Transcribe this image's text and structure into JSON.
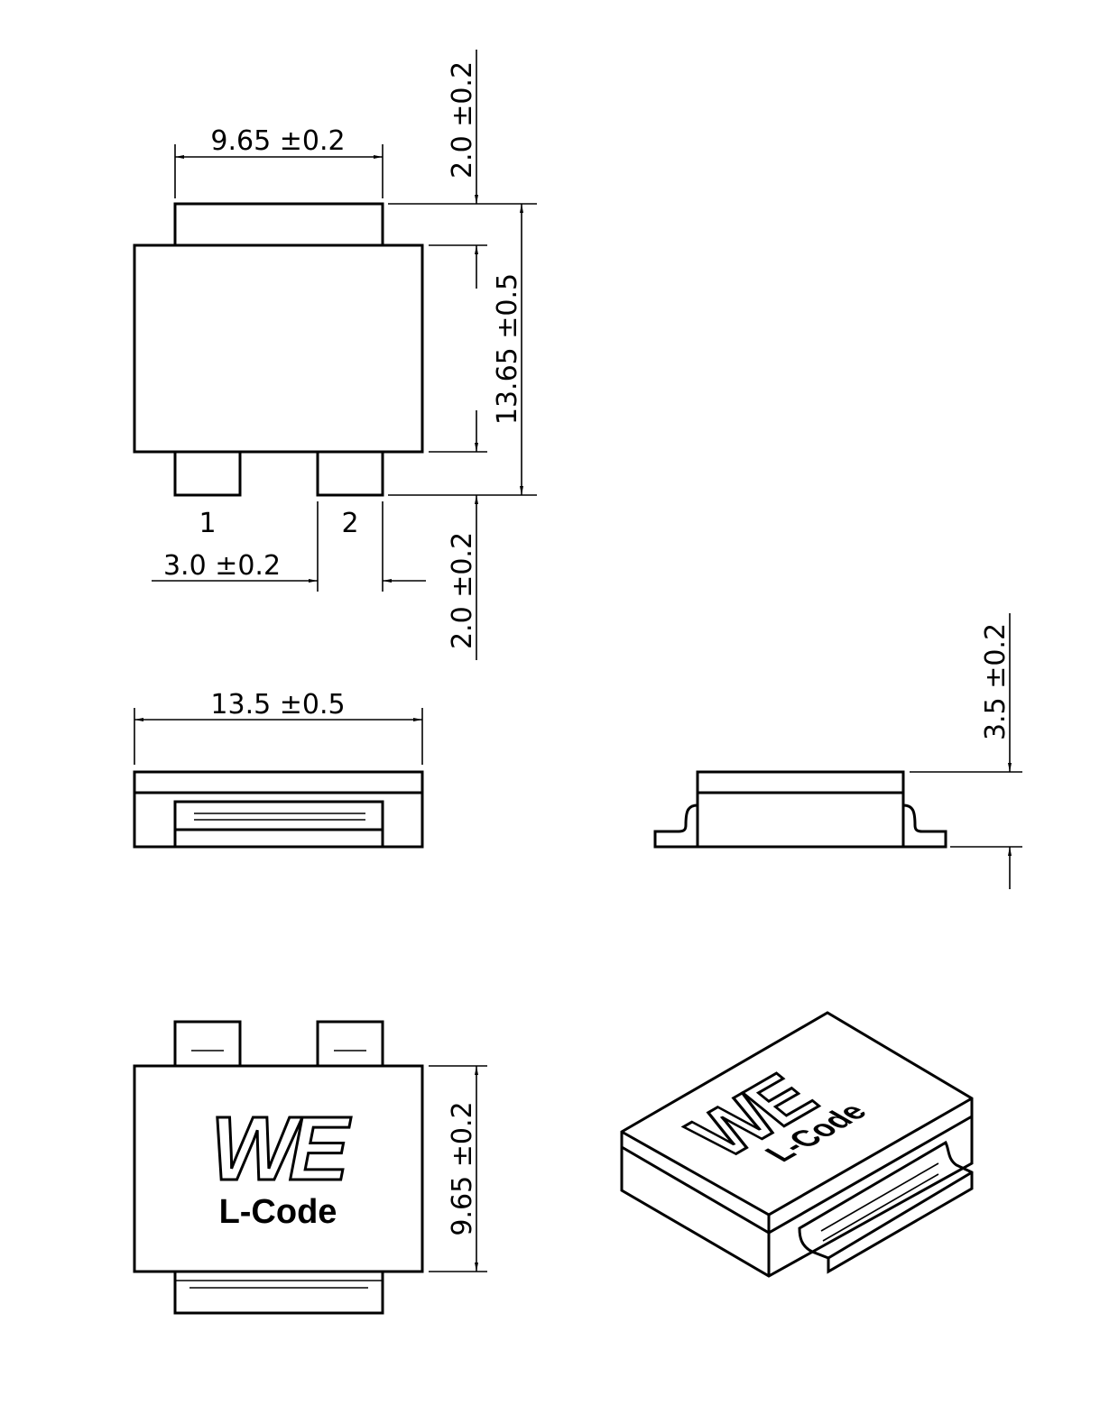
{
  "drawing": {
    "colors": {
      "line": "#000000",
      "background": "#ffffff"
    },
    "top_view": {
      "width_label": "9.65 ±0.2",
      "top_pad_label": "2.0 ±0.2",
      "length_label": "13.65 ±0.5",
      "bottom_pad_label": "2.0 ±0.2",
      "pad_width_label": "3.0 ±0.2",
      "pin1": "1",
      "pin2": "2"
    },
    "side_view": {
      "length_label": "13.5 ±0.5"
    },
    "end_view": {
      "height_label": "3.5 ±0.2"
    },
    "bottom_view": {
      "width_label": "9.65 ±0.2",
      "logo": "WE",
      "marking": "L-Code"
    },
    "iso_view": {
      "logo": "WE",
      "marking": "L-Code"
    }
  }
}
